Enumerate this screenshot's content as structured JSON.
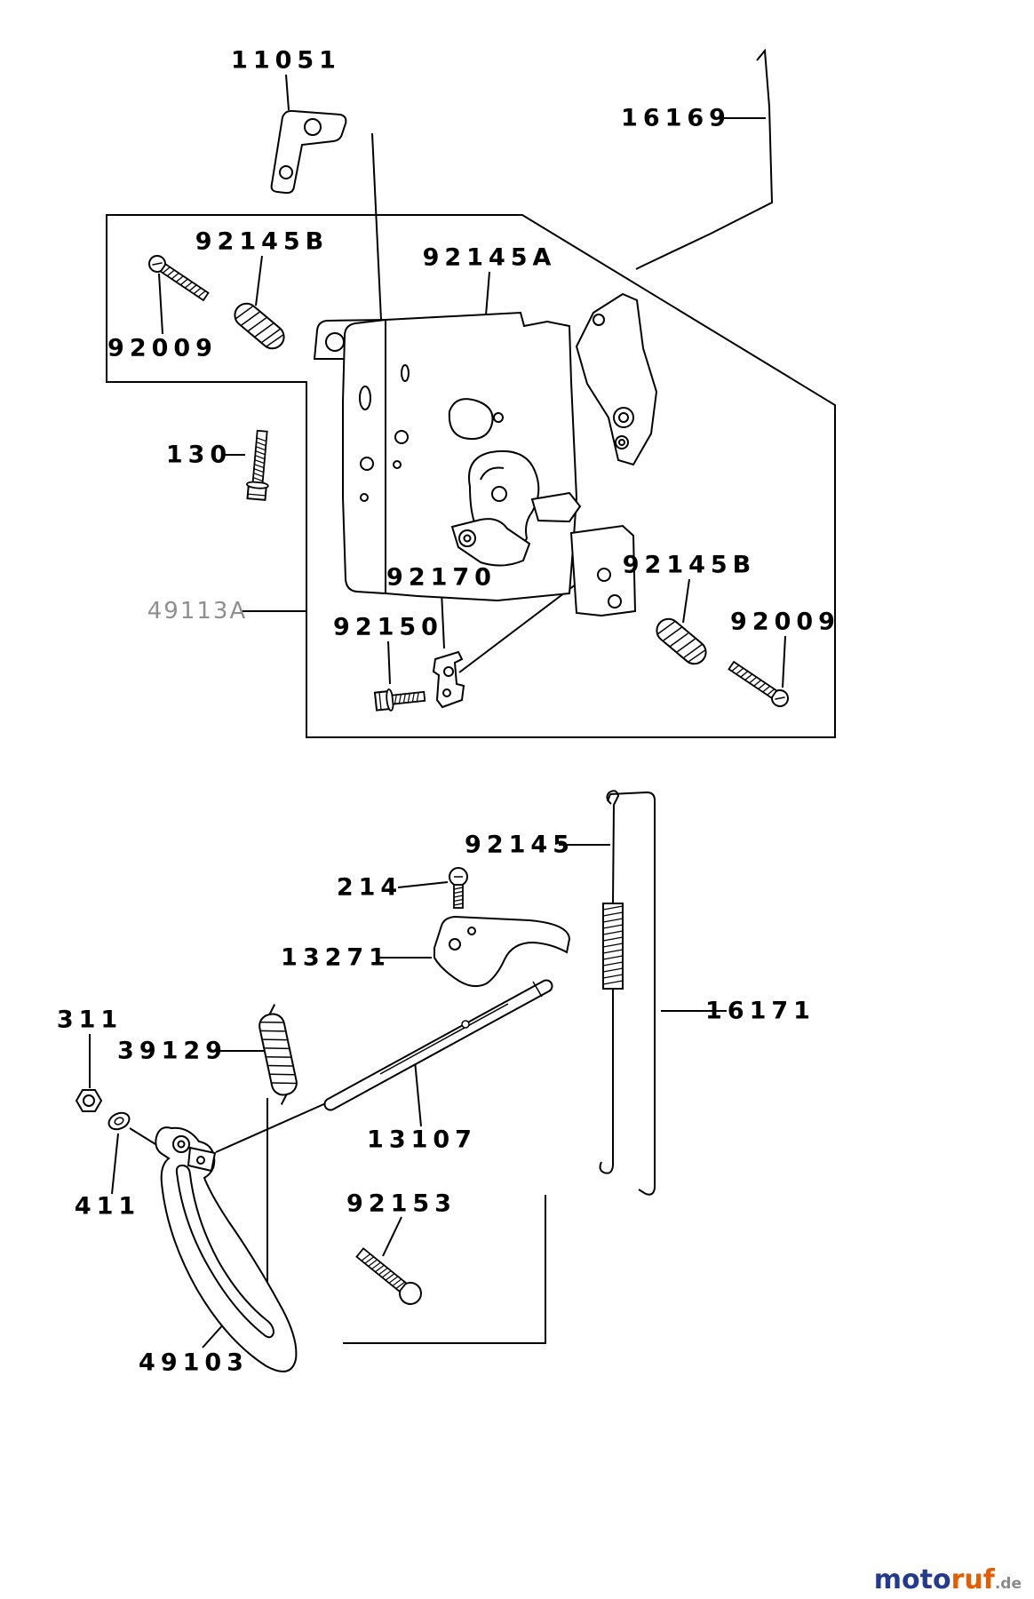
{
  "diagram": {
    "description_visible": false
  },
  "parts": [
    {
      "part_number": "11051"
    },
    {
      "part_number": "16169"
    },
    {
      "part_number": "92145B"
    },
    {
      "part_number": "92145A"
    },
    {
      "part_number": "92009"
    },
    {
      "part_number": "130"
    },
    {
      "part_number": "49113A"
    },
    {
      "part_number": "92170"
    },
    {
      "part_number": "92145B"
    },
    {
      "part_number": "92150"
    },
    {
      "part_number": "92009"
    },
    {
      "part_number": "92145"
    },
    {
      "part_number": "214"
    },
    {
      "part_number": "13271"
    },
    {
      "part_number": "311"
    },
    {
      "part_number": "39129"
    },
    {
      "part_number": "16171"
    },
    {
      "part_number": "411"
    },
    {
      "part_number": "13107"
    },
    {
      "part_number": "92153"
    },
    {
      "part_number": "49103"
    }
  ],
  "watermark": {
    "brand_primary": "moto",
    "brand_secondary": "ruf",
    "tld": ".de"
  },
  "colors": {
    "line": "#000000",
    "zone_label": "#8f8f8f",
    "background": "#ffffff",
    "watermark_primary": "#233a8f",
    "watermark_secondary": "#e65c00",
    "watermark_tld": "#8a8a8a"
  }
}
